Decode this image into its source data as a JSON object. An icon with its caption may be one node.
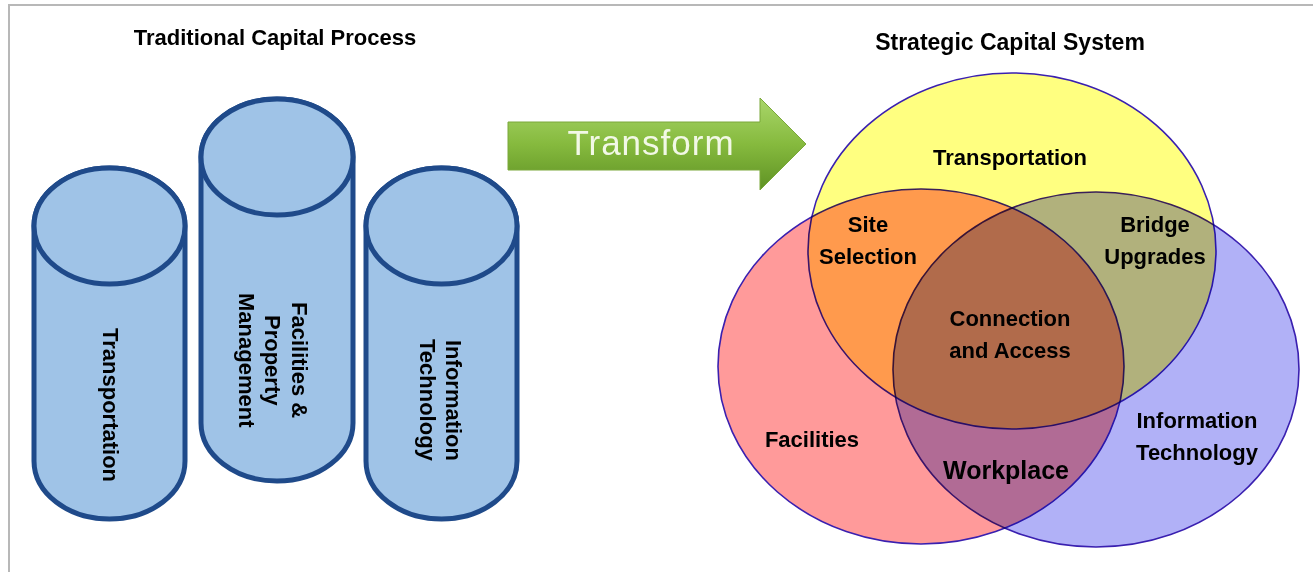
{
  "diagram": {
    "nodes": [
      {
        "text": [
          "Transportation"
        ]
      },
      {
        "text": [
          "Facilities & Property Management"
        ]
      },
      {
        "text": [
          "Information Technology"
        ]
      },
      {
        "text": [
          "Transform"
        ]
      },
      {
        "text": [
          "Transportation"
        ]
      },
      {
        "text": [
          "Facilities"
        ]
      },
      {
        "text": [
          "Information Technology"
        ]
      }
    ],
    "labels": [
      "Traditional Capital Process",
      "Strategic Capital System",
      "Site Selection",
      "Bridge Upgrades",
      "Connection and Access",
      "Workplace"
    ]
  }
}
